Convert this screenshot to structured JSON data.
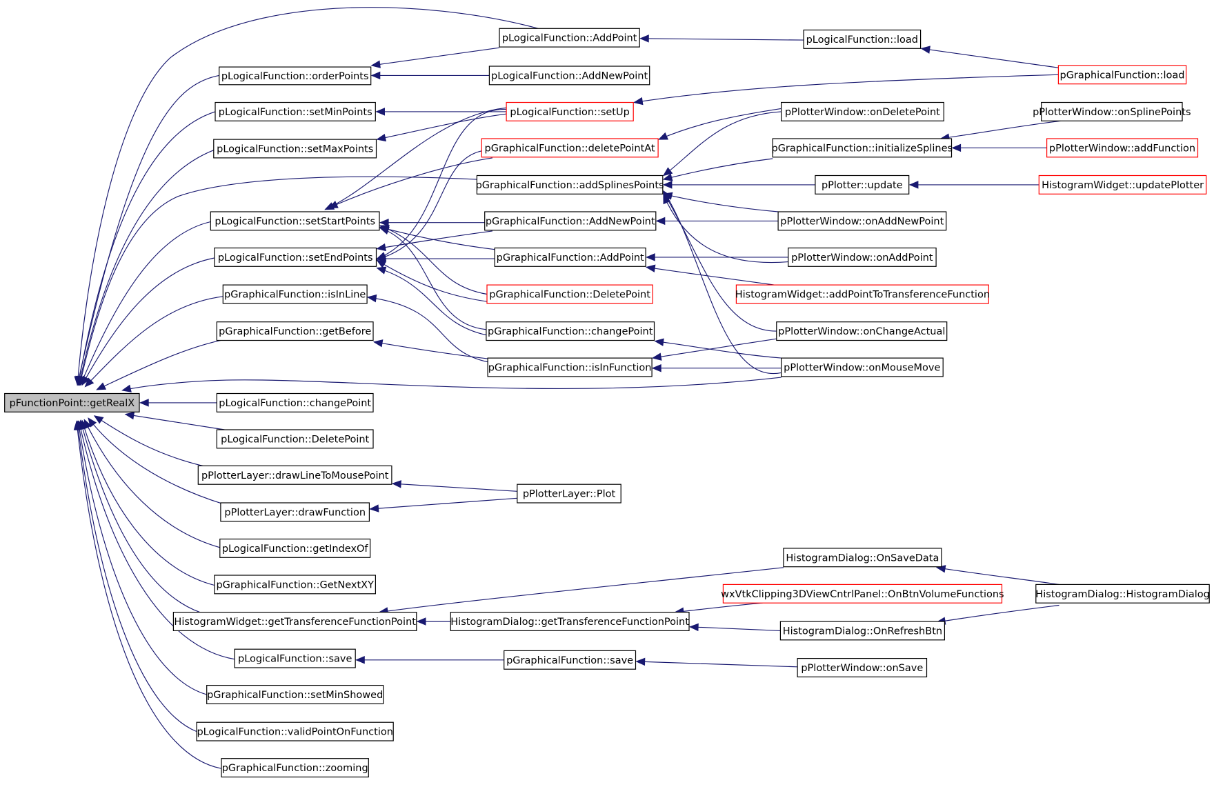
{
  "diagram": {
    "type": "call-graph",
    "colors": {
      "edge": "#191970",
      "node_border": "#000000",
      "truncated_border": "#ff0000",
      "focus_fill": "#bfbfbf"
    },
    "focus": "getRealX",
    "nodes": [
      {
        "id": "getRealX",
        "label": "pFunctionPoint::getRealX",
        "focus": true
      },
      {
        "id": "lf_orderPoints",
        "label": "pLogicalFunction::orderPoints"
      },
      {
        "id": "lf_setMinPoints",
        "label": "pLogicalFunction::setMinPoints"
      },
      {
        "id": "lf_setMaxPoints",
        "label": "pLogicalFunction::setMaxPoints"
      },
      {
        "id": "lf_setStartPoints",
        "label": "pLogicalFunction::setStartPoints"
      },
      {
        "id": "lf_setEndPoints",
        "label": "pLogicalFunction::setEndPoints"
      },
      {
        "id": "gf_isInLine",
        "label": "pGraphicalFunction::isInLine"
      },
      {
        "id": "gf_getBefore",
        "label": "pGraphicalFunction::getBefore"
      },
      {
        "id": "lf_changePoint",
        "label": "pLogicalFunction::changePoint"
      },
      {
        "id": "lf_DeletePoint",
        "label": "pLogicalFunction::DeletePoint"
      },
      {
        "id": "pl_drawLine",
        "label": "pPlotterLayer::drawLineToMousePoint"
      },
      {
        "id": "pl_drawFunction",
        "label": "pPlotterLayer::drawFunction"
      },
      {
        "id": "lf_getIndexOf",
        "label": "pLogicalFunction::getIndexOf"
      },
      {
        "id": "gf_GetNextXY",
        "label": "pGraphicalFunction::GetNextXY"
      },
      {
        "id": "hw_getTFP",
        "label": "HistogramWidget::getTransferenceFunctionPoint"
      },
      {
        "id": "lf_save",
        "label": "pLogicalFunction::save"
      },
      {
        "id": "gf_setMinShowed",
        "label": "pGraphicalFunction::setMinShowed"
      },
      {
        "id": "lf_validPoint",
        "label": "pLogicalFunction::validPointOnFunction"
      },
      {
        "id": "gf_zooming",
        "label": "pGraphicalFunction::zooming"
      },
      {
        "id": "lf_AddPoint",
        "label": "pLogicalFunction::AddPoint"
      },
      {
        "id": "lf_AddNewPoint",
        "label": "pLogicalFunction::AddNewPoint"
      },
      {
        "id": "lf_setUp",
        "label": "pLogicalFunction::setUp",
        "truncated": true
      },
      {
        "id": "gf_deletePointAt",
        "label": "pGraphicalFunction::deletePointAt",
        "truncated": true
      },
      {
        "id": "gf_addSplines",
        "label": "pGraphicalFunction::addSplinesPoints"
      },
      {
        "id": "gf_AddNewPoint",
        "label": "pGraphicalFunction::AddNewPoint"
      },
      {
        "id": "gf_AddPoint",
        "label": "pGraphicalFunction::AddPoint"
      },
      {
        "id": "gf_DeletePoint",
        "label": "pGraphicalFunction::DeletePoint",
        "truncated": true
      },
      {
        "id": "gf_changePoint",
        "label": "pGraphicalFunction::changePoint"
      },
      {
        "id": "gf_isInFunction",
        "label": "pGraphicalFunction::isInFunction"
      },
      {
        "id": "pl_Plot",
        "label": "pPlotterLayer::Plot"
      },
      {
        "id": "hd_getTFP",
        "label": "HistogramDialog::getTransferenceFunctionPoint"
      },
      {
        "id": "gf_save",
        "label": "pGraphicalFunction::save"
      },
      {
        "id": "lf_load",
        "label": "pLogicalFunction::load"
      },
      {
        "id": "pw_onDeletePoint",
        "label": "pPlotterWindow::onDeletePoint"
      },
      {
        "id": "gf_initSplines",
        "label": "pGraphicalFunction::initializeSplines"
      },
      {
        "id": "p_update",
        "label": "pPlotter::update"
      },
      {
        "id": "pw_onAddNewPoint",
        "label": "pPlotterWindow::onAddNewPoint"
      },
      {
        "id": "pw_onAddPoint",
        "label": "pPlotterWindow::onAddPoint"
      },
      {
        "id": "hw_addPointTF",
        "label": "HistogramWidget::addPointToTransferenceFunction",
        "truncated": true
      },
      {
        "id": "pw_onChangeActual",
        "label": "pPlotterWindow::onChangeActual"
      },
      {
        "id": "pw_onMouseMove",
        "label": "pPlotterWindow::onMouseMove"
      },
      {
        "id": "hd_OnSaveData",
        "label": "HistogramDialog::OnSaveData"
      },
      {
        "id": "wx_OnBtnVolume",
        "label": "wxVtkClipping3DViewCntrlPanel::OnBtnVolumeFunctions",
        "truncated": true
      },
      {
        "id": "hd_OnRefresh",
        "label": "HistogramDialog::OnRefreshBtn"
      },
      {
        "id": "pw_onSave",
        "label": "pPlotterWindow::onSave"
      },
      {
        "id": "gf_load",
        "label": "pGraphicalFunction::load",
        "truncated": true
      },
      {
        "id": "pw_onSplinePoints",
        "label": "pPlotterWindow::onSplinePoints"
      },
      {
        "id": "pw_addFunction",
        "label": "pPlotterWindow::addFunction",
        "truncated": true
      },
      {
        "id": "hw_updatePlotter",
        "label": "HistogramWidget::updatePlotter",
        "truncated": true
      },
      {
        "id": "hd_HistogramDialog",
        "label": "HistogramDialog::HistogramDialog"
      }
    ],
    "edges": [
      [
        "lf_AddPoint",
        "getRealX"
      ],
      [
        "lf_orderPoints",
        "getRealX"
      ],
      [
        "lf_setMinPoints",
        "getRealX"
      ],
      [
        "lf_setMaxPoints",
        "getRealX"
      ],
      [
        "gf_addSplines",
        "getRealX"
      ],
      [
        "lf_setStartPoints",
        "getRealX"
      ],
      [
        "lf_setEndPoints",
        "getRealX"
      ],
      [
        "gf_isInLine",
        "getRealX"
      ],
      [
        "gf_getBefore",
        "getRealX"
      ],
      [
        "pw_onMouseMove",
        "getRealX"
      ],
      [
        "lf_changePoint",
        "getRealX"
      ],
      [
        "lf_DeletePoint",
        "getRealX"
      ],
      [
        "pl_drawLine",
        "getRealX"
      ],
      [
        "pl_drawFunction",
        "getRealX"
      ],
      [
        "lf_getIndexOf",
        "getRealX"
      ],
      [
        "gf_GetNextXY",
        "getRealX"
      ],
      [
        "hw_getTFP",
        "getRealX"
      ],
      [
        "lf_save",
        "getRealX"
      ],
      [
        "gf_setMinShowed",
        "getRealX"
      ],
      [
        "lf_validPoint",
        "getRealX"
      ],
      [
        "gf_zooming",
        "getRealX"
      ],
      [
        "lf_AddPoint",
        "lf_orderPoints"
      ],
      [
        "lf_AddNewPoint",
        "lf_orderPoints"
      ],
      [
        "lf_setUp",
        "lf_setMinPoints"
      ],
      [
        "lf_setUp",
        "lf_setMaxPoints"
      ],
      [
        "lf_setUp",
        "lf_setStartPoints"
      ],
      [
        "gf_deletePointAt",
        "lf_setStartPoints"
      ],
      [
        "gf_AddNewPoint",
        "lf_setStartPoints"
      ],
      [
        "gf_AddPoint",
        "lf_setStartPoints"
      ],
      [
        "gf_DeletePoint",
        "lf_setStartPoints"
      ],
      [
        "gf_changePoint",
        "lf_setStartPoints"
      ],
      [
        "lf_setUp",
        "lf_setEndPoints"
      ],
      [
        "gf_deletePointAt",
        "lf_setEndPoints"
      ],
      [
        "gf_AddNewPoint",
        "lf_setEndPoints"
      ],
      [
        "gf_AddPoint",
        "lf_setEndPoints"
      ],
      [
        "gf_DeletePoint",
        "lf_setEndPoints"
      ],
      [
        "gf_changePoint",
        "lf_setEndPoints"
      ],
      [
        "gf_isInFunction",
        "gf_isInLine"
      ],
      [
        "gf_isInFunction",
        "gf_getBefore"
      ],
      [
        "pl_Plot",
        "pl_drawLine"
      ],
      [
        "pl_Plot",
        "pl_drawFunction"
      ],
      [
        "hd_getTFP",
        "hw_getTFP"
      ],
      [
        "gf_save",
        "lf_save"
      ],
      [
        "lf_load",
        "lf_AddPoint"
      ],
      [
        "gf_load",
        "lf_load"
      ],
      [
        "gf_load",
        "lf_setUp"
      ],
      [
        "pw_onDeletePoint",
        "gf_deletePointAt"
      ],
      [
        "pw_onDeletePoint",
        "gf_addSplines"
      ],
      [
        "gf_initSplines",
        "gf_addSplines"
      ],
      [
        "p_update",
        "gf_addSplines"
      ],
      [
        "pw_onAddNewPoint",
        "gf_addSplines"
      ],
      [
        "pw_onAddPoint",
        "gf_addSplines"
      ],
      [
        "pw_onChangeActual",
        "gf_addSplines"
      ],
      [
        "pw_onMouseMove",
        "gf_addSplines"
      ],
      [
        "pw_onAddNewPoint",
        "gf_AddNewPoint"
      ],
      [
        "pw_onAddPoint",
        "gf_AddPoint"
      ],
      [
        "hw_addPointTF",
        "gf_AddPoint"
      ],
      [
        "pw_onMouseMove",
        "gf_changePoint"
      ],
      [
        "pw_onChangeActual",
        "gf_isInFunction"
      ],
      [
        "pw_onMouseMove",
        "gf_isInFunction"
      ],
      [
        "hd_OnSaveData",
        "hw_getTFP"
      ],
      [
        "wx_OnBtnVolume",
        "hd_getTFP"
      ],
      [
        "hd_OnRefresh",
        "hd_getTFP"
      ],
      [
        "pw_onSave",
        "gf_save"
      ],
      [
        "pw_onSplinePoints",
        "gf_initSplines"
      ],
      [
        "pw_addFunction",
        "gf_initSplines"
      ],
      [
        "hw_updatePlotter",
        "p_update"
      ],
      [
        "hd_HistogramDialog",
        "hd_OnSaveData"
      ],
      [
        "hd_HistogramDialog",
        "hd_OnRefresh"
      ]
    ]
  }
}
